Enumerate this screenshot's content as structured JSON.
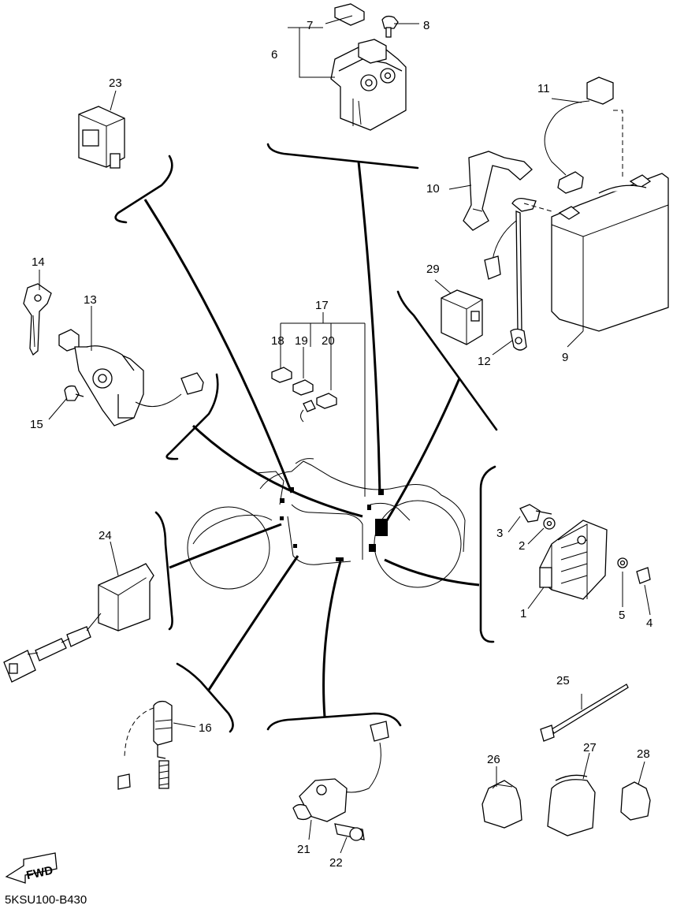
{
  "diagram": {
    "drawing_code": "5KSU100-B430",
    "direction_label": "FWD",
    "callouts": [
      "1",
      "2",
      "3",
      "4",
      "5",
      "6",
      "7",
      "8",
      "9",
      "10",
      "11",
      "12",
      "13",
      "14",
      "15",
      "16",
      "17",
      "18",
      "19",
      "20",
      "21",
      "22",
      "23",
      "24",
      "25",
      "26",
      "27",
      "28",
      "29"
    ]
  }
}
